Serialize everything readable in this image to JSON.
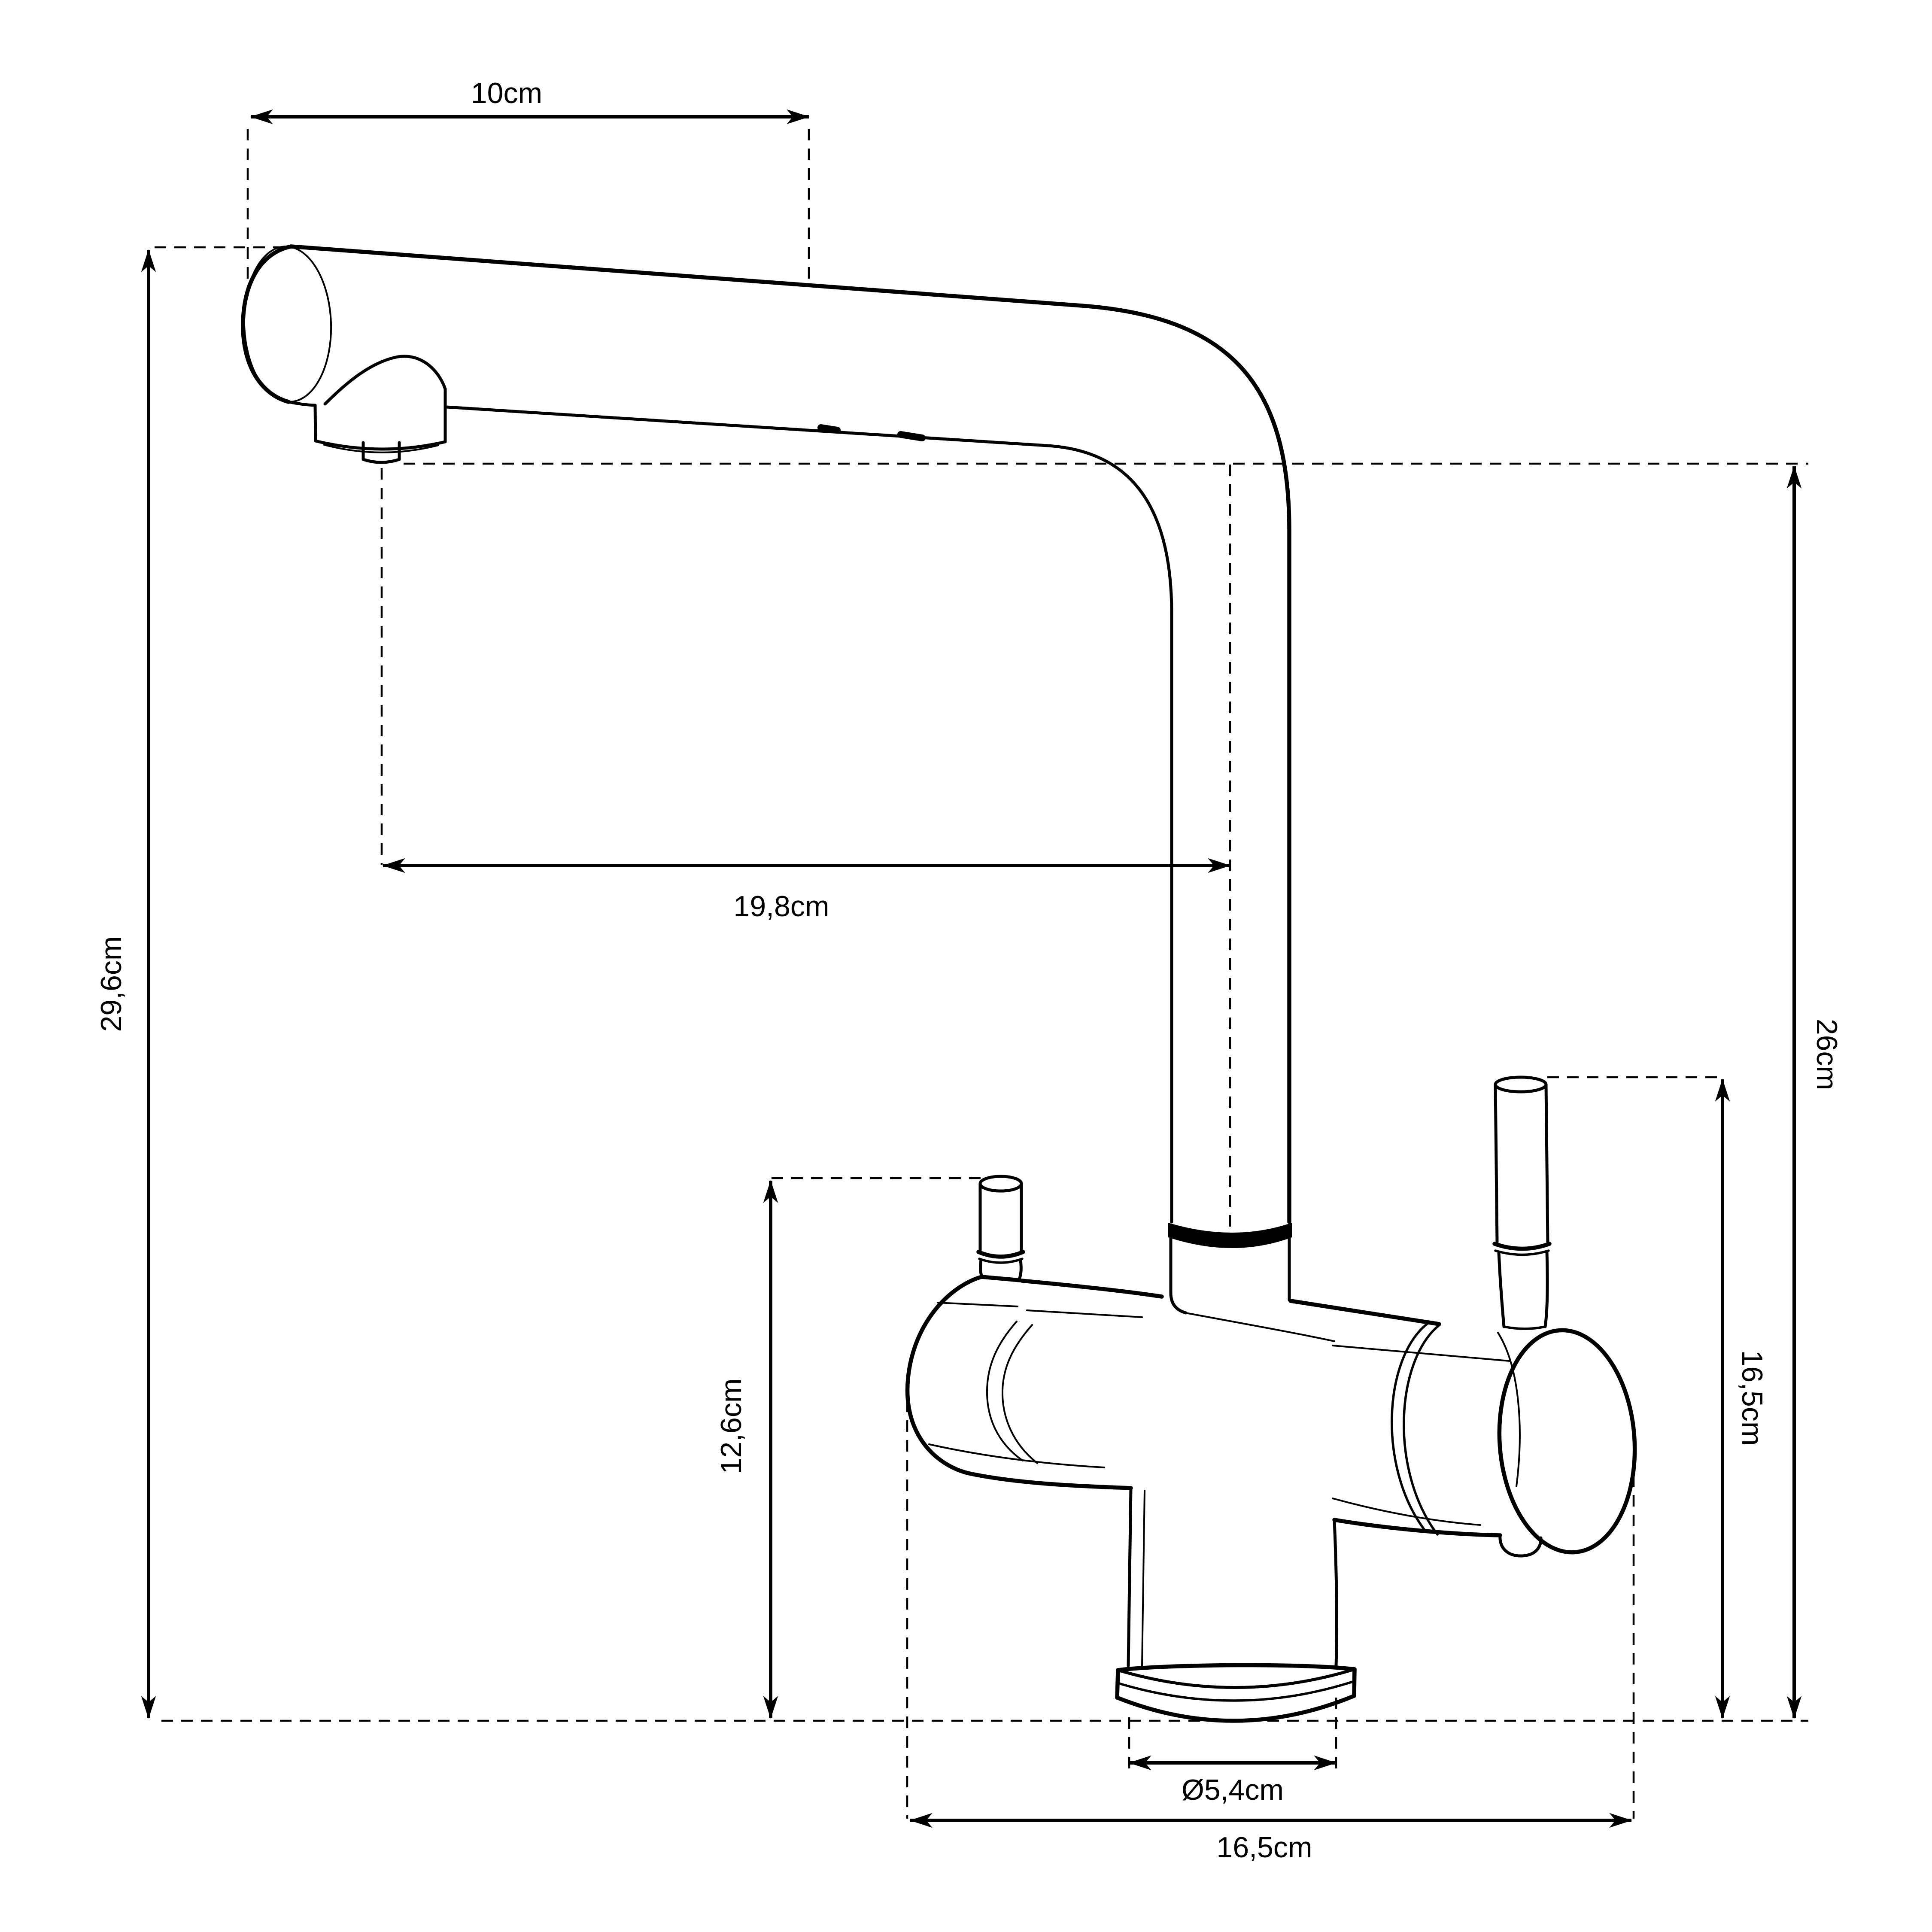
{
  "drawing": {
    "type": "technical-dimension-diagram",
    "subject": "single-hole kitchen mixer faucet with two handles, side view",
    "background_color": "#ffffff",
    "line_color": "#000000",
    "labels": {
      "spout_length": "10cm",
      "total_height": "29,6cm",
      "spout_reach": "19,8cm",
      "spout_clearance_height": "26cm",
      "body_height": "12,6cm",
      "handle_height": "16,5cm",
      "base_diameter": "Ø5,4cm",
      "overall_depth": "16,5cm"
    }
  }
}
